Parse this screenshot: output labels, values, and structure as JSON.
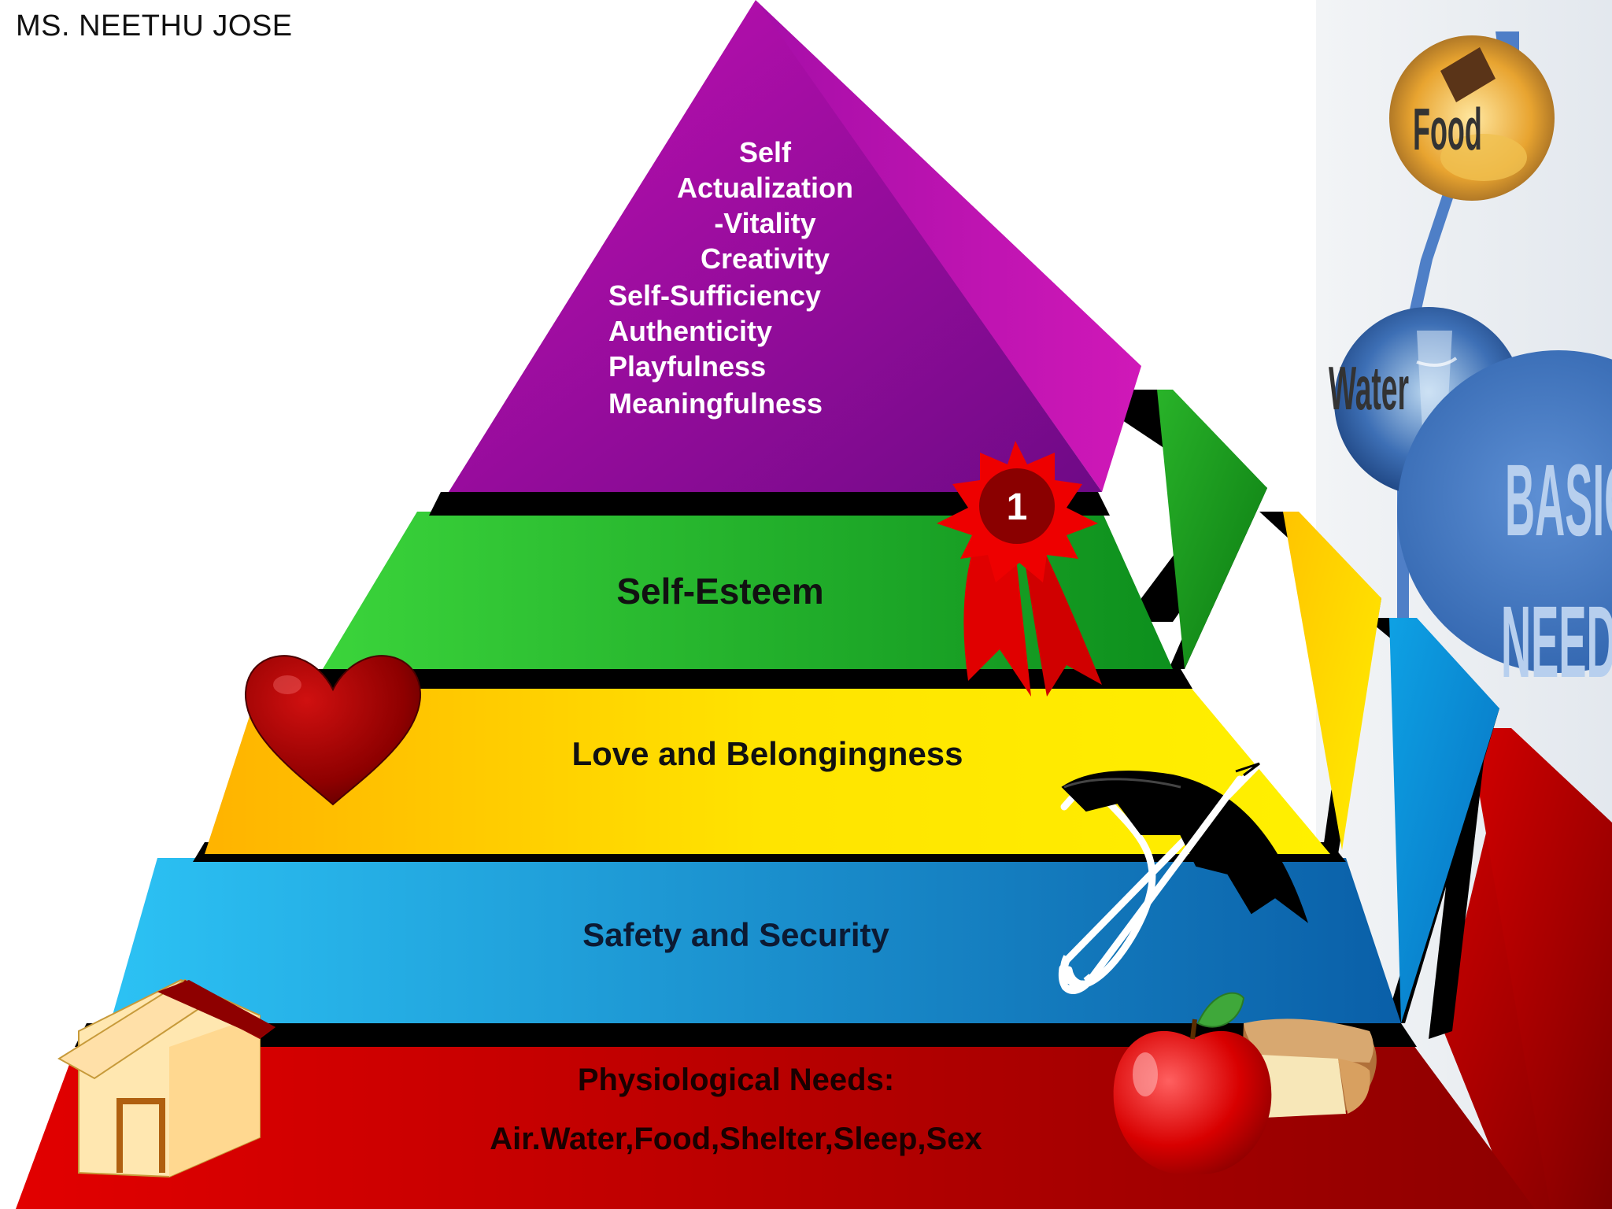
{
  "author": "MS. NEETHU JOSE",
  "pyramid": {
    "top_lines": [
      "Self",
      "Actualization",
      "-Vitality",
      "Creativity",
      "Self-Sufficiency",
      "Authenticity",
      "Playfulness",
      "Meaningfulness"
    ],
    "esteem": "Self-Esteem",
    "love": "Love and Belongingness",
    "safety": "Safety and Security",
    "physio_title": "Physiological Needs:",
    "physio_items": "Air.Water,Food,Shelter,Sleep,Sex"
  },
  "badge": {
    "number": "1"
  },
  "side_panel": {
    "food": "Food",
    "water": "Water",
    "basic_1": "BASIC",
    "basic_2": "NEEDS"
  },
  "colors": {
    "purple": "#9a0a9a",
    "green": "#22b222",
    "yellow": "#ffd800",
    "blue": "#0f8fd8",
    "red": "#c00000"
  },
  "icons": [
    "house-icon",
    "heart-icon",
    "ribbon-badge-icon",
    "umbrella-icon",
    "apple-icon",
    "bread-icon",
    "food-bowl-icon",
    "water-glass-icon"
  ]
}
